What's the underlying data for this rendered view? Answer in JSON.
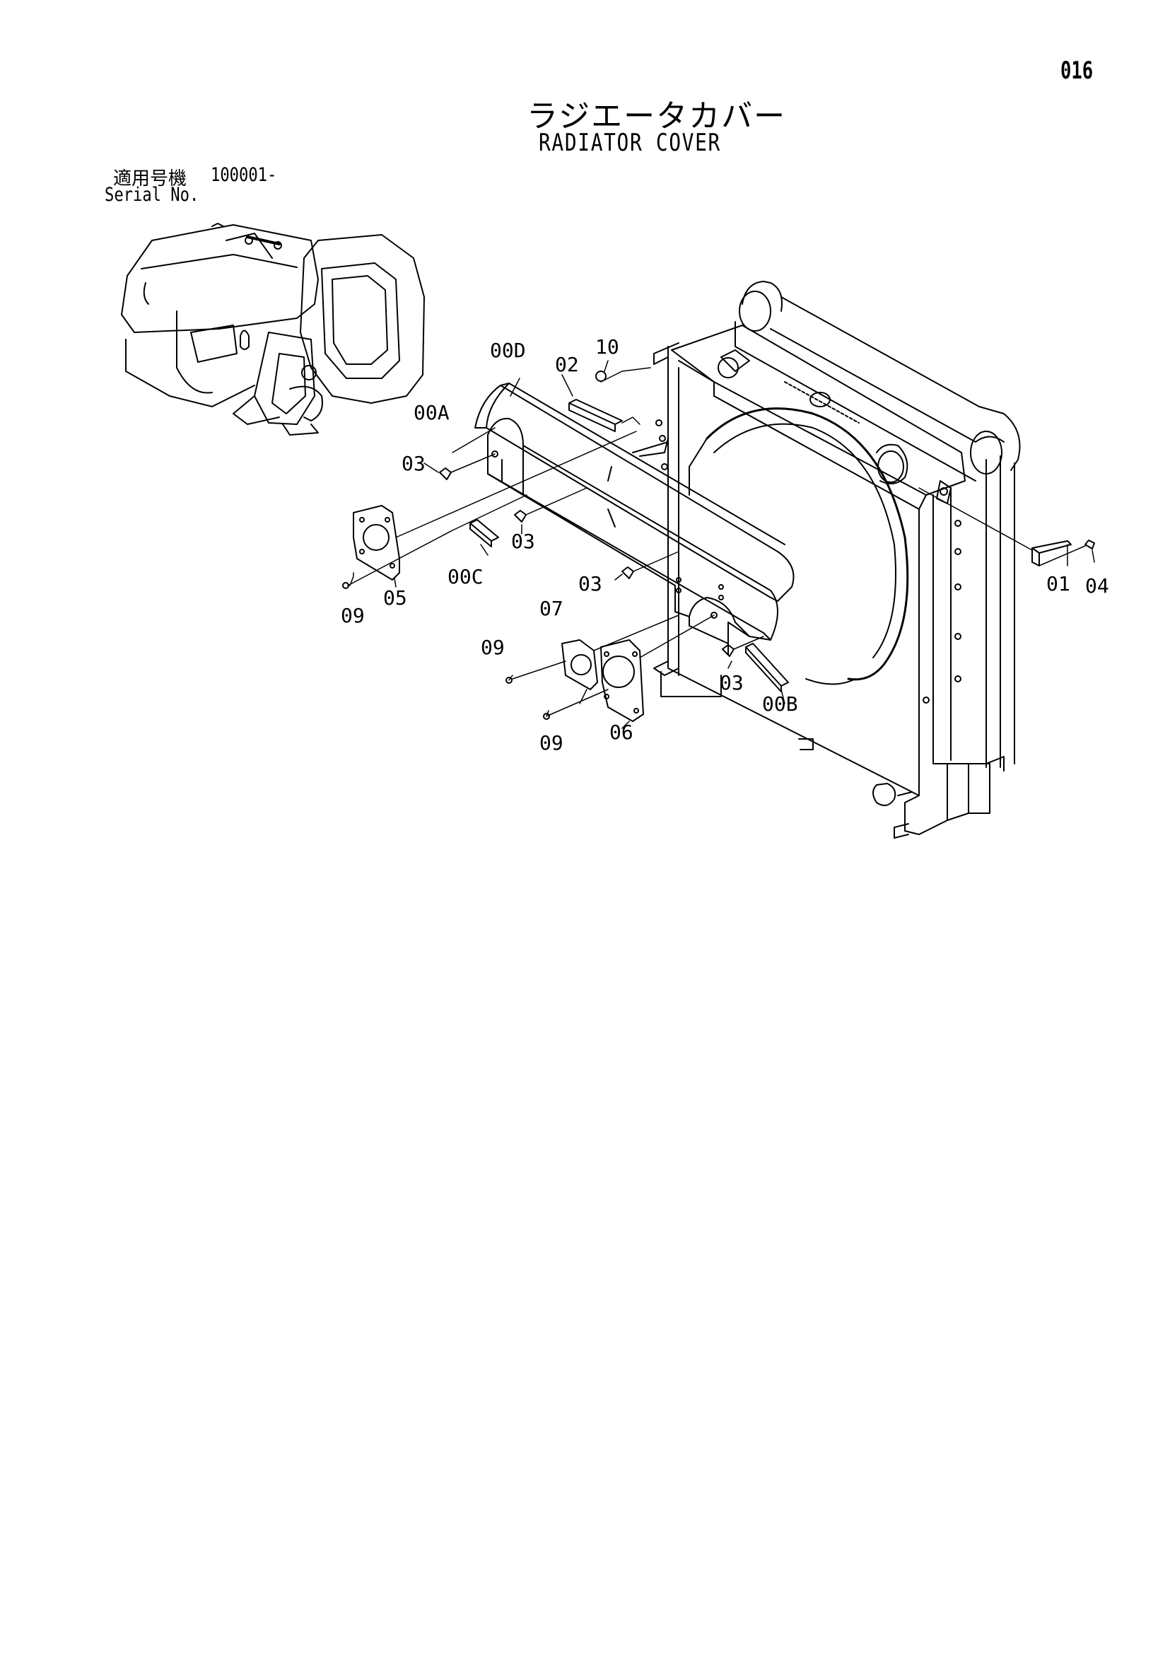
{
  "page_number": "016",
  "title": {
    "japanese": "ラジエータカバー",
    "english": "RADIATOR COVER"
  },
  "serial": {
    "label_jp": "適用号機",
    "value": "100001-",
    "label_en": "Serial No."
  },
  "callouts": {
    "c00D": "00D",
    "c02": "02",
    "c10": "10",
    "c00A": "00A",
    "c03a": "03",
    "c03b": "03",
    "c03c": "03",
    "c03d": "03",
    "c05": "05",
    "c09a": "09",
    "c00C": "00C",
    "c07": "07",
    "c09b": "09",
    "c06": "06",
    "c09c": "09",
    "c00B": "00B",
    "c01": "01",
    "c04": "04"
  },
  "colors": {
    "ink": "#000000",
    "background": "#ffffff"
  }
}
